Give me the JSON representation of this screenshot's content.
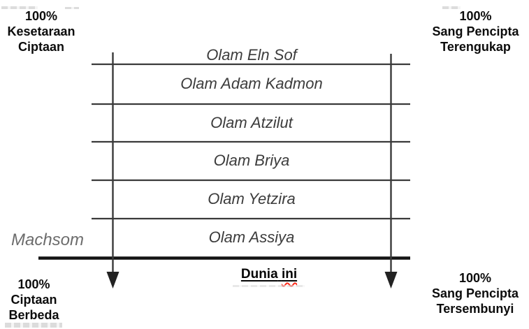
{
  "diagram": {
    "rows": [
      "Olam Eln Sof",
      "Olam Adam Kadmon",
      "Olam Atzilut",
      "Olam Briya",
      "Olam Yetzira",
      "Olam Assiya"
    ],
    "machsom": "Machsom",
    "dunia": {
      "word1": "Dunia",
      "word2": "ini"
    },
    "corners": {
      "top_left": [
        "100%",
        "Kesetaraan",
        "Ciptaan"
      ],
      "top_right": [
        "100%",
        "Sang Pencipta",
        "Terengukap"
      ],
      "bottom_left": [
        "100%",
        "Ciptaan",
        "Berbeda"
      ],
      "bottom_right": [
        "100%",
        "Sang Pencipta",
        "Tersembunyi"
      ]
    }
  },
  "colors": {
    "background": "#ffffff",
    "thin_line": "#3a3a3a",
    "thick_machsom_line": "#141414",
    "row_text": "#3c3c3c",
    "machsom_text": "#6c6c6c",
    "label_text": "#0c0c0c",
    "spellcheck_squiggle": "#ff2a1a"
  }
}
